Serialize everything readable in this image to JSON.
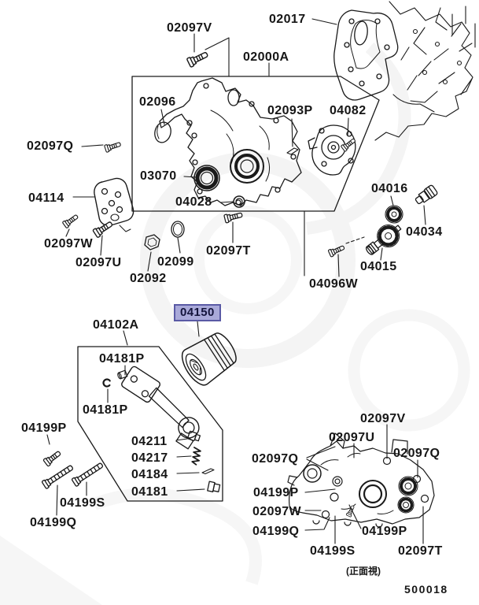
{
  "callouts": {
    "top": {
      "p02097v": "02097V",
      "p02017": "02017",
      "p02000a": "02000A",
      "p02096": "02096",
      "p02093p": "02093P",
      "p04082": "04082",
      "p02097q": "02097Q",
      "p03070": "03070",
      "p04114": "04114",
      "p04028": "04028",
      "p02097w": "02097W",
      "p02097u": "02097U",
      "p02099": "02099",
      "p02092": "02092",
      "p02097t": "02097T",
      "p04016": "04016",
      "p04034": "04034",
      "p04015": "04015",
      "p04096w": "04096W"
    },
    "lower_left": {
      "p04102a": "04102A",
      "p04150": "04150",
      "p04181p_1": "04181P",
      "p04181p_2": "04181P",
      "p04199p": "04199P",
      "p04211": "04211",
      "p04217": "04217",
      "p04184": "04184",
      "p04181": "04181",
      "p04199s": "04199S",
      "p04199q": "04199Q"
    },
    "lower_right": {
      "p02097v": "02097V",
      "p02097u": "02097U",
      "p02097q_left": "02097Q",
      "p02097q_right": "02097Q",
      "p04199p_left": "04199P",
      "p02097w": "02097W",
      "p04199q": "04199Q",
      "p04199p_mid": "04199P",
      "p04199s": "04199S",
      "p02097t": "02097T"
    }
  },
  "footer": {
    "view_note": "(正面視)",
    "sheet_number": "500018"
  },
  "highlight": {
    "part_ref": "04150",
    "fill": "#a9a9d9",
    "border": "#5a5aa5",
    "text_color": "#14143c"
  },
  "colors": {
    "ink": "#1a1a1a",
    "background": "#ffffff",
    "watermark": "#f4f4f4"
  }
}
